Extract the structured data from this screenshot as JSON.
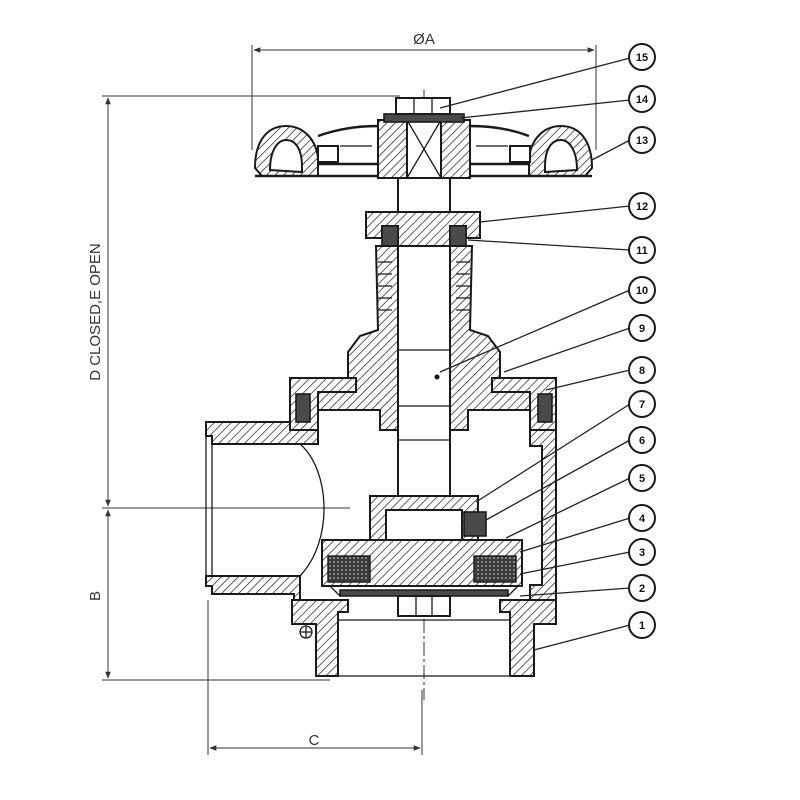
{
  "dimensions": {
    "a": "ØA",
    "b": "B",
    "c": "C",
    "d": "D CLOSED,E OPEN"
  },
  "callouts": [
    "15",
    "14",
    "13",
    "12",
    "11",
    "10",
    "9",
    "8",
    "7",
    "6",
    "5",
    "4",
    "3",
    "2",
    "1"
  ]
}
